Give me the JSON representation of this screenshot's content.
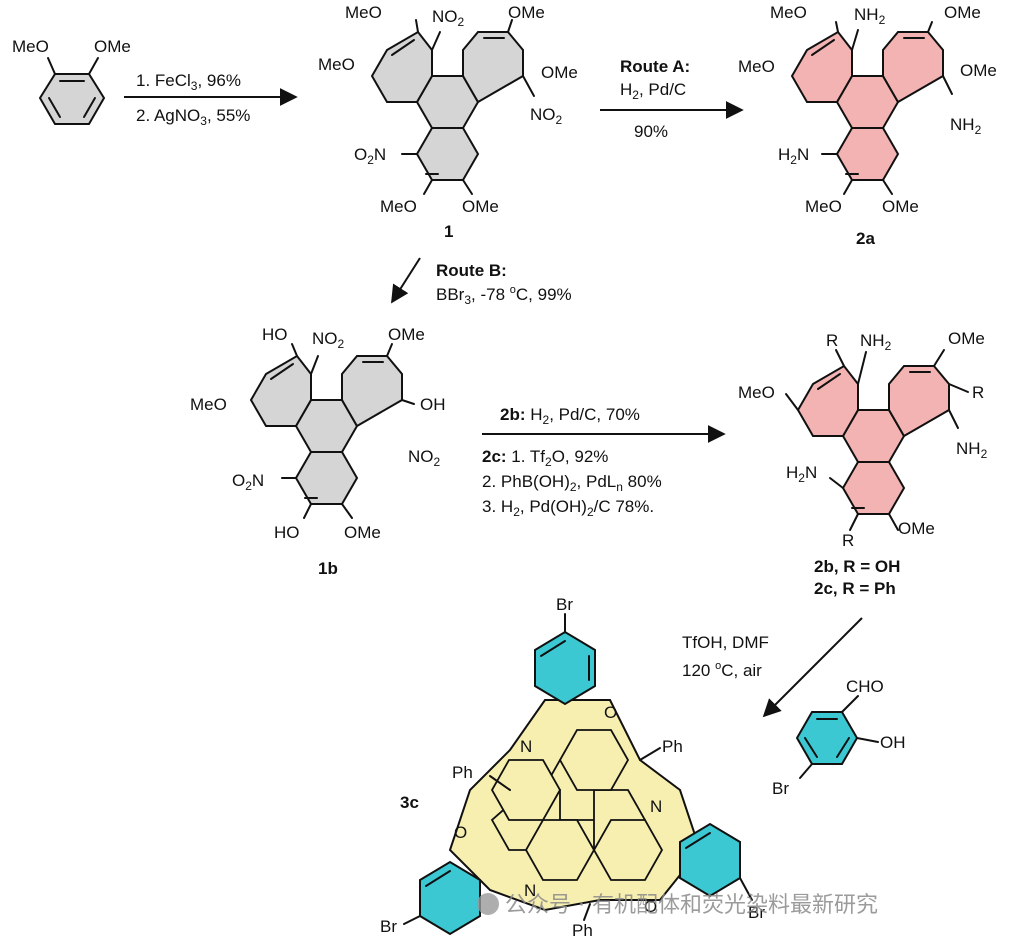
{
  "colors": {
    "gray_ring": "#d5d5d5",
    "pink_ring": "#f3b3b3",
    "cyan_ring": "#3cc8d2",
    "yellow_ring": "#f7efb0",
    "bond": "#111111"
  },
  "catechol": {
    "left": "MeO",
    "right": "OMe"
  },
  "step1": {
    "line1": "1. FeCl",
    "line1_sub": "3",
    "line1_rest": ", 96%",
    "line2": "2. AgNO",
    "line2_sub": "3",
    "line2_rest": ", 55%"
  },
  "cmpd1": {
    "id": "1",
    "sub": {
      "tl_meo": "MeO",
      "tl_no2": "NO",
      "tr_ome": "OMe",
      "l_meo": "MeO",
      "r_ome": "OMe",
      "r_no2": "NO",
      "l_no2": "O",
      "l_no2_n": "N",
      "bl_meo": "MeO",
      "br_ome": "OMe"
    }
  },
  "routeA": {
    "title": "Route A:",
    "reagent": "H",
    "reagent_sub": "2",
    "reagent_rest": ", Pd/C",
    "yield": "90%"
  },
  "cmpd2a": {
    "id": "2a",
    "sub": {
      "tl_meo": "MeO",
      "tl_nh2": "NH",
      "tr_ome": "OMe",
      "l_meo": "MeO",
      "r_ome": "OMe",
      "r_nh2": "NH",
      "l_nh2": "H",
      "l_nh2_n": "N",
      "bl_meo": "MeO",
      "br_ome": "OMe"
    }
  },
  "routeB": {
    "title": "Route B:",
    "reagent": "BBr",
    "reagent_sub": "3",
    "reagent_rest": ", -78 ",
    "deg": "o",
    "unit": "C, 99%"
  },
  "cmpd1b": {
    "id": "1b",
    "sub": {
      "ho": "HO",
      "no2": "NO",
      "ome": "OMe",
      "meo": "MeO",
      "oh": "OH",
      "r_no2": "NO",
      "l_no2": "O",
      "l_no2_n": "N",
      "bl_ho": "HO",
      "br_ome": "OMe"
    }
  },
  "step2": {
    "b_label": "2b:",
    "b_text": " H",
    "b_sub": "2",
    "b_rest": ", Pd/C, 70%",
    "c_label": "2c:",
    "c1": " 1. Tf",
    "c1_sub": "2",
    "c1_rest": "O, 92%",
    "c2": "2. PhB(OH)",
    "c2_sub": "2",
    "c2_rest": ", PdL",
    "c2_sub2": "n",
    "c2_end": " 80%",
    "c3": "3. H",
    "c3_sub": "2",
    "c3_rest": ", Pd(OH)",
    "c3_sub2": "2",
    "c3_end": "/C 78%."
  },
  "cmpd2bc": {
    "label_b": "2b, R = OH",
    "label_c": "2c, R = Ph",
    "sub": {
      "r1": "R",
      "nh2": "NH",
      "ome": "OMe",
      "meo": "MeO",
      "r2": "R",
      "r_nh2": "NH",
      "l_nh2": "H",
      "l_nh2_n": "N",
      "r3": "R",
      "ome2": "OMe"
    }
  },
  "step3": {
    "line1": "TfOH, DMF",
    "line2": "120 ",
    "deg": "o",
    "line2_rest": "C, air"
  },
  "aldehyde": {
    "cho": "CHO",
    "oh": "OH",
    "br": "Br"
  },
  "cmpd3c": {
    "id": "3c",
    "sub": {
      "br_top": "Br",
      "o_top": "O",
      "n_top": "N",
      "ph_tr": "Ph",
      "ph_l": "Ph",
      "n_r": "N",
      "o_l": "O",
      "n_b": "N",
      "o_b": "O",
      "ph_b": "Ph",
      "br_bl": "Br",
      "br_br": "Br"
    }
  },
  "watermark": "公众号 · 有机配体和荧光染料最新研究"
}
